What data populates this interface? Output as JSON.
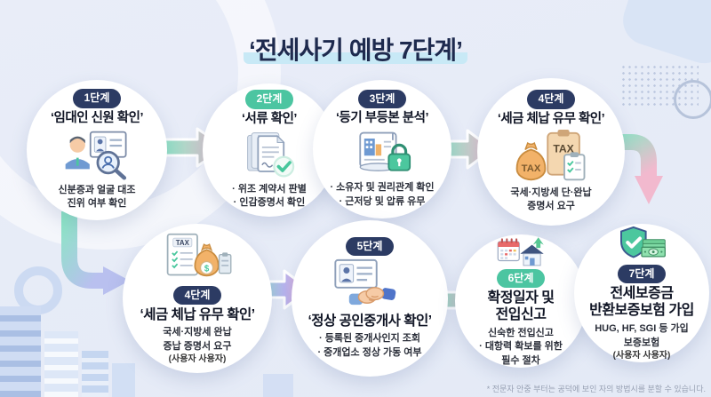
{
  "page_title": "‘전세사기 예방 7단계’",
  "steps": [
    {
      "badge": "1단계",
      "badge_color": "#2c3b63",
      "title": "‘임대인 신원 확인’",
      "lines": [
        "신분증과 얼굴 대조",
        "진위 여부 확인"
      ],
      "icon": "person-id-magnifier-icon"
    },
    {
      "badge": "2단계",
      "badge_color": "#4cc5a1",
      "title": "‘서류 확인’",
      "lines": [
        "· 위조 계약서 판별",
        "· 인감증명서 확인"
      ],
      "icon": "documents-check-icon"
    },
    {
      "badge": "3단계",
      "badge_color": "#2c3b63",
      "title": "‘등기 부등본 분석’",
      "lines": [
        "· 소유자 및 권리관계 확인",
        "· 근저당 및 압류 유무"
      ],
      "icon": "deed-lock-icon"
    },
    {
      "badge": "4단계",
      "badge_color": "#2c3b63",
      "title": "‘세금 체납 유무 확인’",
      "lines": [
        "국세·지방세 단·완납",
        "증명서 요구"
      ],
      "icon": "tax-bags-icon"
    },
    {
      "badge": "4단계",
      "badge_color": "#2c3b63",
      "title": "‘세금 체납 유무 확인’",
      "lines": [
        "국세·지방세 완납",
        "증납 증명서 요구"
      ],
      "note": "(사용자 사용자)",
      "icon": "tax-document-bag-icon"
    },
    {
      "badge": "5단계",
      "badge_color": "#2c3b63",
      "title": "‘정상 공인중개사 확인’",
      "lines": [
        "· 등록된 중개사인지 조회",
        "· 중개업소 정상 가동 여부"
      ],
      "icon": "license-handshake-icon"
    },
    {
      "badge": "6단계",
      "badge_color": "#4cc5a1",
      "title": "확정일자 및",
      "title2": "전입신고",
      "lines": [
        "신숙한 전입신고",
        "· 대항력 확보를 위한",
        "필수 절차"
      ],
      "icon": "calendar-house-icon"
    },
    {
      "badge": "7단계",
      "badge_color": "#2c3b63",
      "title": "전세보증금",
      "title2": "반환보증보험 가입",
      "lines": [
        "HUG, HF, SGI 등 가입",
        "보증보험"
      ],
      "note": "(사용자 사용자)",
      "icon": "shield-money-icon"
    }
  ],
  "icon_labels": {
    "tax": "TAX",
    "dollar": "$"
  },
  "footnote": "* 전문자 안중 부터는 공덕에 보인 자의 방법시를 분할 수 있습니다.",
  "colors": {
    "background": "#e8edf8",
    "badge_navy": "#2c3b63",
    "badge_teal": "#4cc5a1",
    "title_text": "#1e2a4e",
    "title_highlight": "#c8e9f6",
    "arrow_mint": "#8ce5c5",
    "arrow_pink": "#f2b9ce",
    "arrow_lavender": "#b9c0ef"
  }
}
